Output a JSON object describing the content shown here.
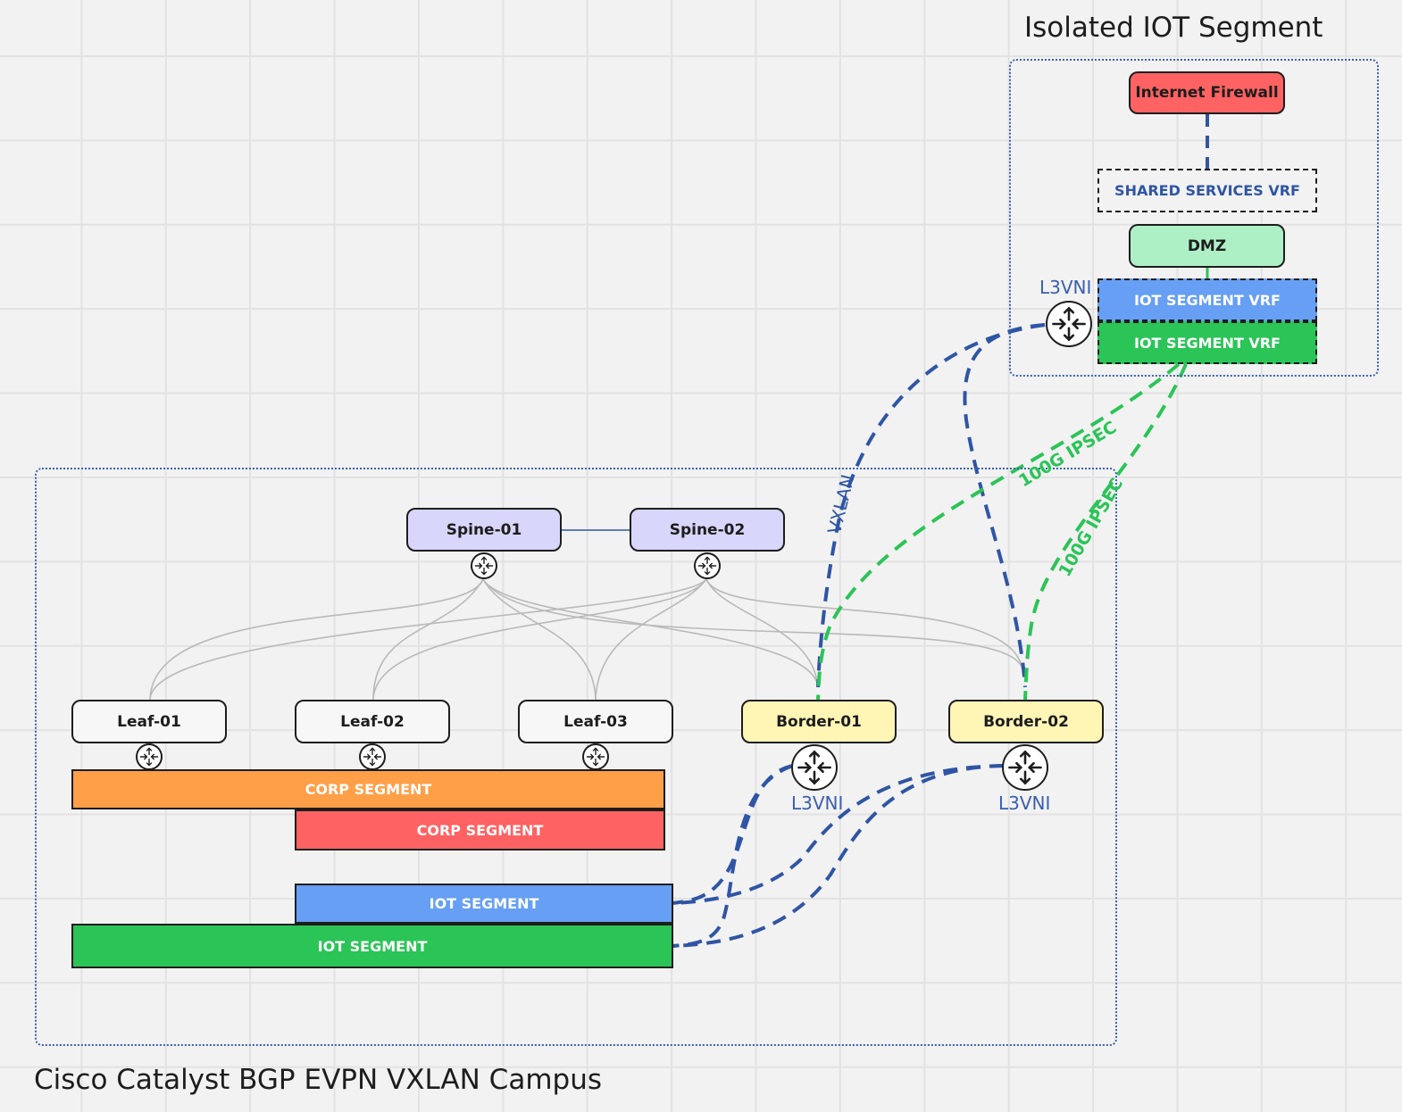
{
  "zones": {
    "campus_title": "Cisco Catalyst BGP EVPN VXLAN Campus",
    "iot_title": "Isolated IOT Segment"
  },
  "spines": [
    {
      "name": "Spine-01"
    },
    {
      "name": "Spine-02"
    }
  ],
  "leaves": [
    {
      "name": "Leaf-01"
    },
    {
      "name": "Leaf-02"
    },
    {
      "name": "Leaf-03"
    }
  ],
  "borders": [
    {
      "name": "Border-01"
    },
    {
      "name": "Border-02"
    }
  ],
  "segments": {
    "corp_orange": "CORP SEGMENT",
    "corp_red": "CORP SEGMENT",
    "iot_blue": "IOT SEGMENT",
    "iot_green": "IOT SEGMENT"
  },
  "iot_stack": {
    "firewall": "Internet Firewall",
    "shared_vrf": "SHARED SERVICES VRF",
    "dmz": "DMZ",
    "iot_vrf_blue": "IOT SEGMENT VRF",
    "iot_vrf_green": "IOT SEGMENT VRF"
  },
  "labels": {
    "l3vni_iot": "L3VNI",
    "l3vni_border1": "L3VNI",
    "l3vni_border2": "L3VNI",
    "vxlan": "VXLAN",
    "ipsec_1": "100G IPSEC",
    "ipsec_2": "100G IPSEC"
  },
  "colors": {
    "spine": "#d9d6fb",
    "leaf": "#f7f7f7",
    "border": "#fff5b5",
    "corp_orange": "#ff9f48",
    "corp_red": "#ff6262",
    "iot_blue": "#669ff3",
    "iot_green": "#2bc457",
    "firewall": "#ff6262",
    "dmz": "#aef0c6",
    "link_blue": "#2f55a4",
    "link_green": "#2bc457",
    "fabric_link": "#b9b9b9"
  },
  "icons": {
    "router": "router-icon"
  }
}
